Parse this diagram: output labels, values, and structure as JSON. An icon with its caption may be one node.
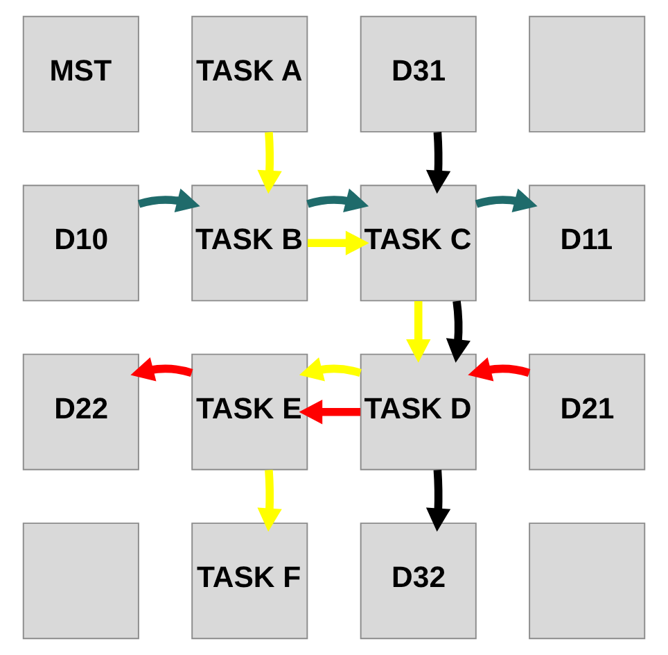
{
  "diagram": {
    "nodes": [
      {
        "text": [
          "MST"
        ]
      },
      {
        "text": [
          "TASK A"
        ]
      },
      {
        "text": [
          "D31"
        ]
      },
      {
        "text": [],
        "shape": "box"
      },
      {
        "text": [
          "D10"
        ]
      },
      {
        "text": [
          "TASK B"
        ]
      },
      {
        "text": [
          "TASK C"
        ]
      },
      {
        "text": [
          "D11"
        ]
      },
      {
        "text": [
          "D22"
        ]
      },
      {
        "text": [
          "TASK E"
        ]
      },
      {
        "text": [
          "TASK D"
        ]
      },
      {
        "text": [
          "D21"
        ]
      },
      {
        "text": [],
        "shape": "box"
      },
      {
        "text": [
          "TASK F"
        ]
      },
      {
        "text": [
          "D32"
        ]
      },
      {
        "text": [],
        "shape": "box"
      }
    ],
    "edges": [
      {
        "from": 1,
        "to": 5,
        "arrow": "to",
        "color": "#ffff00"
      },
      {
        "from": 2,
        "to": 6,
        "arrow": "to",
        "color": "#000000"
      },
      {
        "from": 4,
        "to": 5,
        "arrow": "to",
        "color": "#1f6b6b"
      },
      {
        "from": 5,
        "to": 6,
        "arrow": "to",
        "color": "#ffff00"
      },
      {
        "from": 5,
        "to": 6,
        "arrow": "to",
        "color": "#1f6b6b"
      },
      {
        "from": 6,
        "to": 7,
        "arrow": "to",
        "color": "#1f6b6b"
      },
      {
        "from": 6,
        "to": 10,
        "arrow": "to",
        "color": "#ffff00"
      },
      {
        "from": 6,
        "to": 10,
        "arrow": "to",
        "color": "#000000"
      },
      {
        "from": 11,
        "to": 10,
        "arrow": "to",
        "color": "#ff0000"
      },
      {
        "from": 10,
        "to": 9,
        "arrow": "to",
        "color": "#ff0000"
      },
      {
        "from": 10,
        "to": 9,
        "arrow": "to",
        "color": "#ffff00"
      },
      {
        "from": 9,
        "to": 8,
        "arrow": "to",
        "color": "#ff0000"
      },
      {
        "from": 9,
        "to": 13,
        "arrow": "to",
        "color": "#ffff00"
      },
      {
        "from": 10,
        "to": 14,
        "arrow": "to",
        "color": "#000000"
      }
    ]
  }
}
